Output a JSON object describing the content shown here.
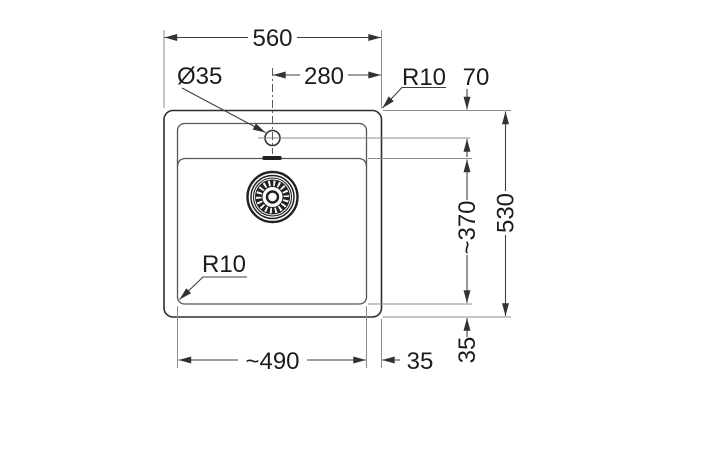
{
  "drawing": {
    "kind": "sink installation dimension drawing",
    "units": "mm"
  },
  "dims": {
    "total_width": "560",
    "faucet_offset_x": "280",
    "faucet_hole_diameter": "Ø35",
    "corner_radius_top_right": "R10",
    "faucet_center_from_top": "70",
    "total_depth": "530",
    "bowl_inner_depth": "~370",
    "bowl_inner_width": "~490",
    "corner_radius_bottom_left": "R10",
    "bowl_to_edge_right": "35",
    "bowl_to_edge_bottom": "35"
  },
  "colors": {
    "background": "#ffffff",
    "outline": "#2f2f2f",
    "inner_line": "#565656",
    "dimension_line": "#3f3f3f",
    "extension_line": "#8c8c8c",
    "text": "#1c1c1c"
  }
}
